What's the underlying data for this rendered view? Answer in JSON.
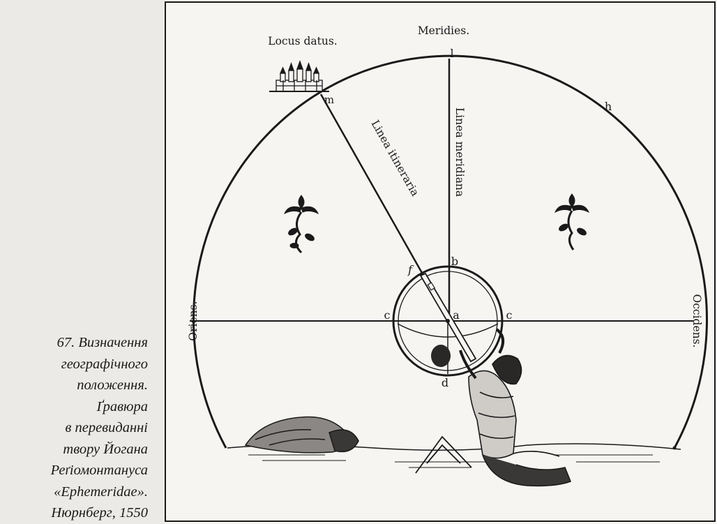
{
  "caption": {
    "lines": [
      "67. Визначення",
      "географічного",
      "положення.",
      "Ґравюра",
      "в перевиданні",
      "твору Йогана",
      "Реґіомонтануса",
      "«Ephemeridae».",
      "Нюрнберг, 1550"
    ]
  },
  "engraving": {
    "top_labels": {
      "locus": "Locus datus.",
      "meridies": "Meridies."
    },
    "line_labels": {
      "itineraria": "Linea itineraria",
      "meridiana": "Linea meridiana"
    },
    "side_labels": {
      "oriens": "Oriens.",
      "occidens": "Occidens."
    },
    "letters": {
      "l": "l",
      "m": "m",
      "h": "h",
      "b": "b",
      "f": "f",
      "c_left": "c",
      "c_right": "c",
      "a": "a",
      "d": "d"
    },
    "icon_names": [
      "town-icon",
      "fleur-de-lis-icon",
      "astronomer-figure-icon",
      "reclining-figure-icon"
    ],
    "colors": {
      "ink": "#1a1a1a",
      "paper": "#f6f5f2"
    }
  }
}
